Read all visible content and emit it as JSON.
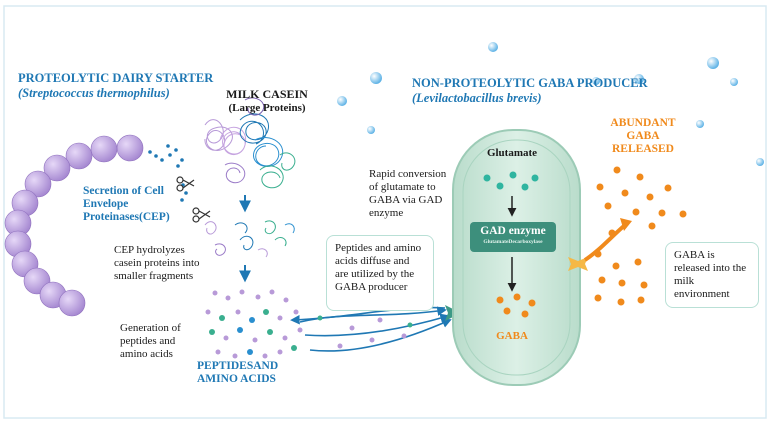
{
  "left_organism": {
    "title": "PROTEOLYTIC DAIRY STARTER",
    "species": "(Streptococcus thermophilus)",
    "secretion_label": "Secretion of Cell Envelope Proteinases(CEP)"
  },
  "casein": {
    "title": "MILK CASEIN",
    "subtitle": "(Large Proteins)",
    "hydrolysis_text": "CEP hydrolyzes casein proteins into smaller fragments",
    "generation_text": "Generation of peptides and amino acids",
    "products_label": "PEPTIDESAND AMINO ACIDS"
  },
  "diffusion_box": "Peptides and amino acids diffuse and are utilized  by the GABA producer",
  "right_organism": {
    "title": "NON-PROTEOLYTIC GABA PRODUCER",
    "species": "(Levilactobacillus brevis)",
    "conversion_text": "Rapid conversion of glutamate to GABA via GAD enzyme",
    "glutamate_label": "Glutamate",
    "enzyme_label": "GAD enzyme",
    "enzyme_sub": "GlutamateDecarboxylase",
    "gaba_label": "GABA"
  },
  "release": {
    "title": "ABUNDANT GABA RELEASED",
    "box": "GABA is released into the milk environment"
  },
  "colors": {
    "blue_heading": "#1f78b4",
    "orange_heading": "#f08a1c",
    "bacteria_purple": "#b89ad8",
    "cell_green": "#cfe9dc",
    "enzyme_teal": "#3d8f7c"
  }
}
